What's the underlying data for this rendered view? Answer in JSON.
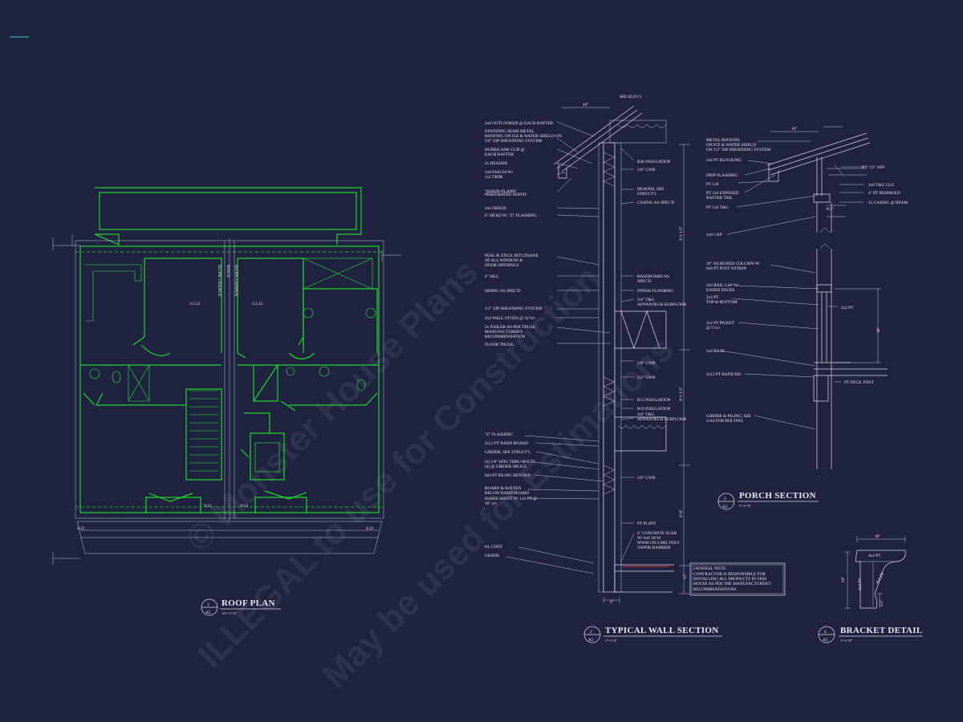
{
  "watermark": {
    "lines": [
      "© Monster House Plans",
      "ILLEGAL to use for Construction",
      "May be used for Estimations"
    ]
  },
  "roof_plan": {
    "number": "1",
    "sheet": "A5",
    "title": "ROOF PLAN",
    "scale": "1/4\"=1'-0\"",
    "labels": [
      "SLOPE CHANGE",
      "RIDGE",
      "SLOPE CHANGE",
      "3.5:12",
      "3.5:12",
      "9:12",
      "9:12",
      "4:12",
      "4:12"
    ]
  },
  "wall_section": {
    "number": "2",
    "sheet": "A5",
    "title": "TYPICAL WALL SECTION",
    "scale": "1\"=1'-0\"",
    "see_elevs": "SEE ELEV's",
    "dim_top": "18\"",
    "left_labels": [
      "2x6 OUTLOOKER @ EACH RAFTER",
      "STANDING SEAM METAL",
      "ROOFING ON ICE & WATER SHIELD ON",
      "5/8\" ZIP SHEATHING SYSTEM",
      "HURRICANE CLIP @",
      "EACH RAFTER",
      "2x HEADER",
      "1x8 FASCIA W/",
      "1x2 TRIM",
      "\"HARDI-PLANK\"",
      "PERFORATED SOFFIT",
      "2x6 FRIEZE",
      "6\" HEAD W/ \"Z\" FLASHING",
      "PEAL & STICK BITUTHANE",
      "AT ALL WINDOW &",
      "DOOR OPENINGS",
      "4\" SILL",
      "SIDING AS SPEC'D",
      "1/2\" ZIP SHEATHING SYSTEM",
      "2x4 WALL STUDS @ 16\"o/c",
      "2x NAILER AS PER TRUSS",
      "MANUFACTURER'S",
      "RECOMMENDATION",
      "FLOOR TRUSS",
      "\"Z\" FLASHING",
      "2x12 PT BAND BOARD",
      "GIRDER, SEE STRUCT'L",
      "(2) 5/8\" HDG THRU-BOLTS",
      "(4) @ GIRDER SPLICE",
      "8x8 PT PILING BEYOND",
      "BOARD & BATTEN",
      "BELOW BAND BOARD",
      "HARDI SHEET W/ 1x2 PT @",
      "16\" o/c",
      "#4, CONT",
      "GRADE"
    ],
    "right_labels": [
      "R30 INSULATION",
      "5/8\" GWB",
      "HEADER, SEE",
      "STRUCT'L",
      "CASING AS SPEC'D",
      "BASEBOARD AS",
      "SPEC'D",
      "FINISH FLOORING",
      "3/4\" T&G",
      "ADVANTECH SUBFLOOR",
      "5/8\" GWB",
      "1/2\" GWB",
      "R13 INSULATION",
      "R19 INSULATION",
      "3/4\" T&G",
      "ADVANTECH SUBFLOOR",
      "5/8\" GWB",
      "PT PLATE",
      "4\" CONCRETE SLAB",
      "W/ 6x6 10/10",
      "WWM ON 6 MIL POLY",
      "VAPOR BARRIER"
    ],
    "dims": [
      "9'-1 1/2\"",
      "9'-1 1/2\"",
      "8'-0\"",
      "12\"",
      "6\""
    ],
    "note": [
      "GENERAL NOTE:",
      "CONTRACTOR IS RESPONSIBLE FOR",
      "INSTALLING ALL PRODUCTS IN THIS",
      "HOUSE AS PER THE MANUFACTURER'S",
      "RECOMMENDATIONS."
    ]
  },
  "porch_section": {
    "number": "3",
    "sheet": "A5",
    "title": "PORCH SECTION",
    "scale": "1\"=1'-0\"",
    "dim_top": "18\"",
    "left_labels": [
      "METAL ROOFING",
      "ON ICE & WATER SHIELD",
      "ON 1/2\" ZIP SHEATHING SYSTEM",
      "2x6 PT BLOCKING",
      "DRIP FLASHING",
      "PT 1x8",
      "PT 2x6 EXPOSED",
      "RAFTER TAIL",
      "PT 1x6 T&G",
      "1x6 CAP",
      "10\" SQ BOXED COLUMN W/",
      "6x6 PT POST WITHIN",
      "2x6 RAIL CAP W/",
      "EASED EDGES",
      "2x4 PT",
      "TOP & BOTTOM",
      "2x2 PT PICKET",
      "@ 5\"o/c",
      "1x6 BASE",
      "2x12 PT BAND BD",
      "GIRDER & PILING, SEE",
      "3/A4 FOR BOLTING"
    ],
    "right_labels": [
      "8' 7 1/2\" AFF",
      "1x6 T&G CLG",
      "4\" PT BEDMOLD",
      "1x CASING @ BEAM",
      "2x2 PT",
      "PT DECK JOIST"
    ],
    "dims": [
      "8.5\"",
      "36\""
    ]
  },
  "bracket_detail": {
    "number": "4",
    "sheet": "A5",
    "title": "BRACKET DETAIL",
    "scale": "1\"=1'-0\"",
    "labels": [
      "18\"",
      "4x4 PT",
      "4x4 PT",
      "4x4 PT",
      "24\"",
      "5.5\""
    ]
  }
}
